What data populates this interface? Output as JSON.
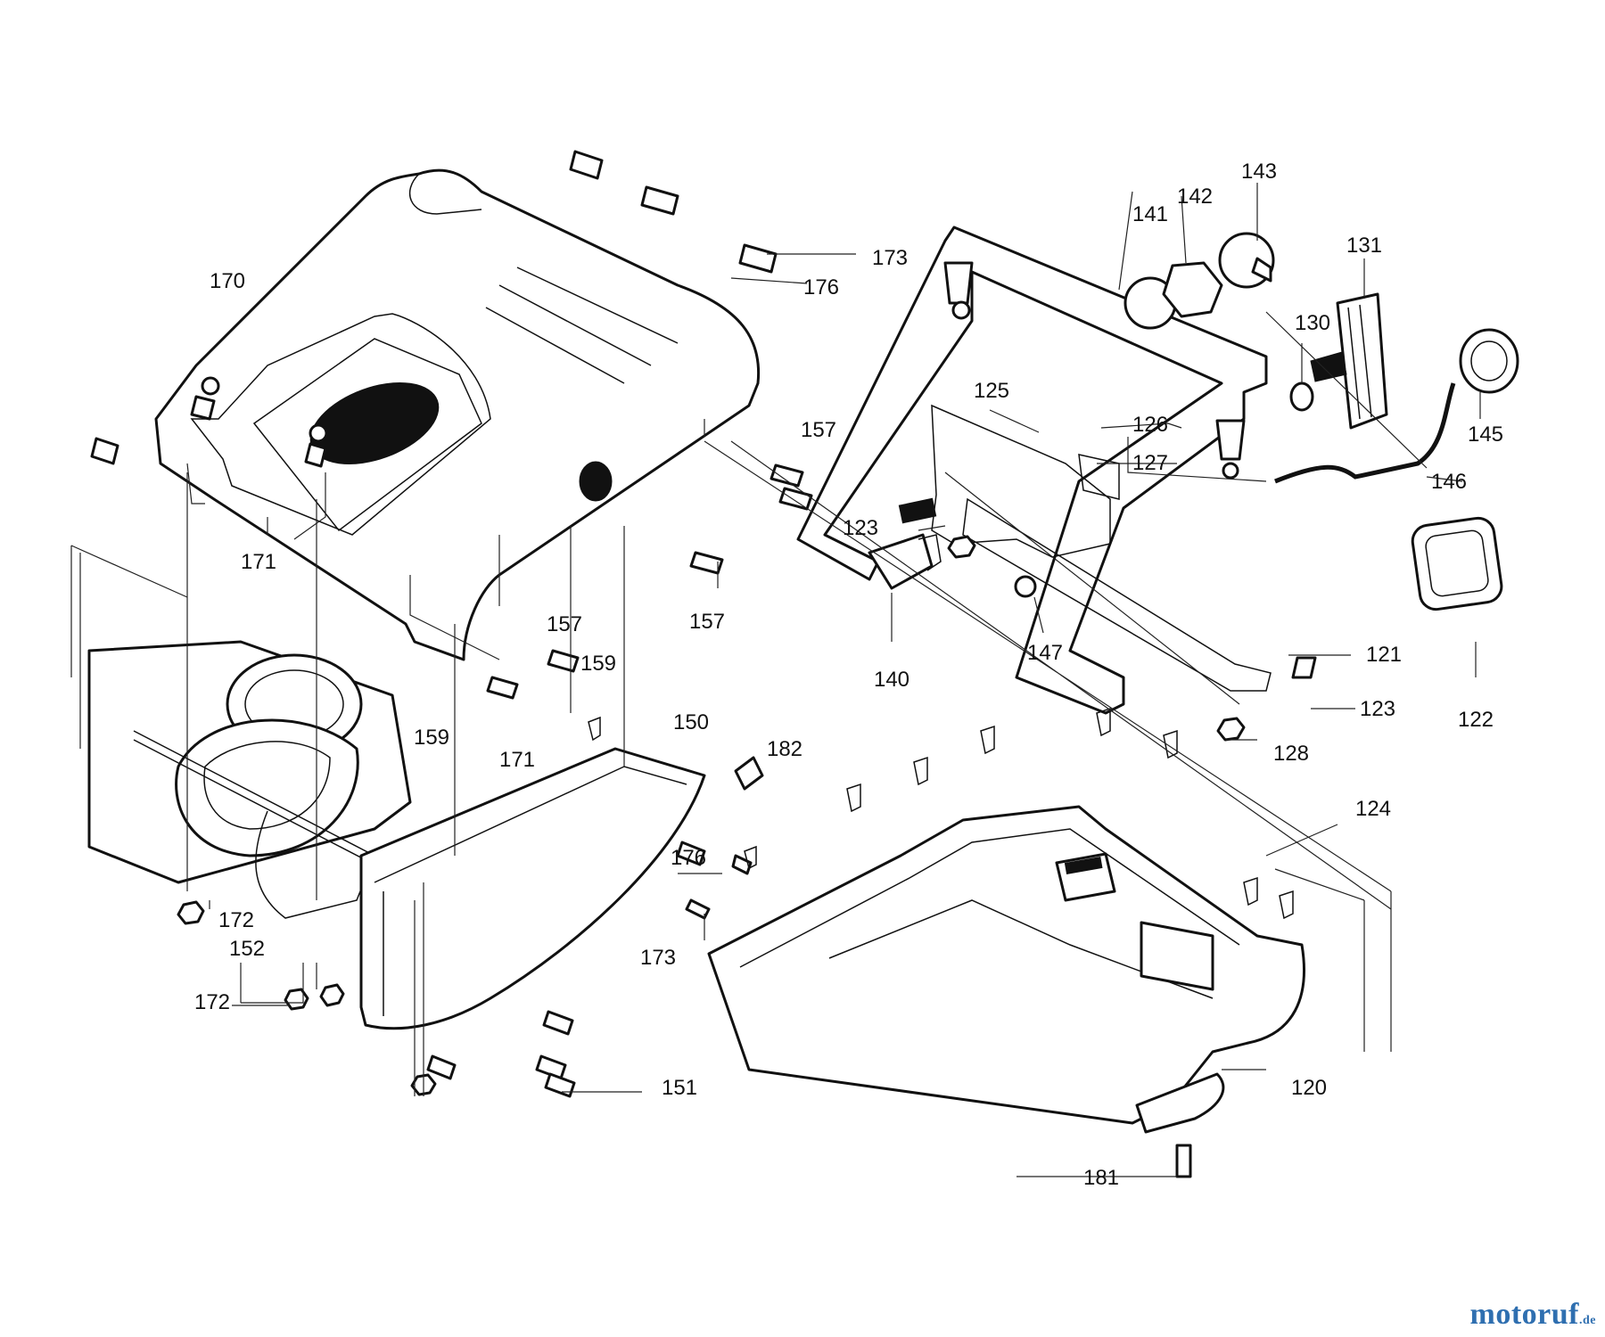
{
  "labels": {
    "l170": "170",
    "l173": "173",
    "l176a": "176",
    "l157a": "157",
    "l171a": "171",
    "l157b": "157",
    "l157c": "157",
    "l171b": "171",
    "l159a": "159",
    "l159b": "159",
    "l150": "150",
    "l182": "182",
    "l172a": "172",
    "l152": "152",
    "l172b": "172",
    "l151": "151",
    "l176b": "176",
    "l173b": "173",
    "l181": "181",
    "l120": "120",
    "l124": "124",
    "l141": "141",
    "l142": "142",
    "l143": "143",
    "l131": "131",
    "l130": "130",
    "l145": "145",
    "l125": "125",
    "l126": "126",
    "l127": "127",
    "l146": "146",
    "l123a": "123",
    "l140": "140",
    "l147": "147",
    "l121": "121",
    "l123b": "123",
    "l122": "122",
    "l128": "128"
  },
  "watermark": {
    "main": "motoruf",
    "tld": ".de"
  }
}
